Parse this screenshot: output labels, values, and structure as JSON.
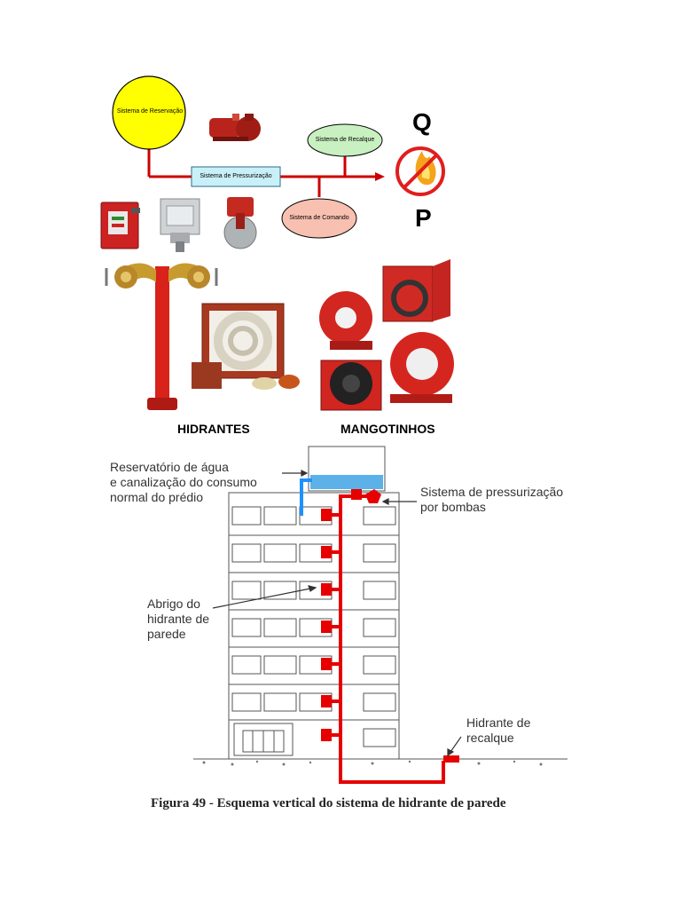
{
  "top_diagram": {
    "nodes": {
      "reservacao": "Sistema de Reservação",
      "pressurizacao": "Sistema de Pressurização",
      "recalque": "Sistema de Recalque",
      "comando": "Sistema de Comando"
    },
    "q_label": "Q",
    "p_label": "P",
    "hidrantes_label": "HIDRANTES",
    "mangotinhos_label": "MANGOTINHOS",
    "colors": {
      "reservacao_fill": "#ffff00",
      "pressurizacao_fill": "#c9f0f8",
      "recalque_fill": "#c8f0c0",
      "comando_fill": "#f8c0b0",
      "pipe": "#cc0000",
      "equipment_red": "#cc2222"
    },
    "icons": [
      "pump-icon",
      "alarm-box-icon",
      "pressure-switch-icon",
      "flow-valve-icon",
      "no-fire-icon",
      "hydrant-column-icon",
      "hose-cabinet-icon",
      "hose-reel-icon"
    ]
  },
  "building_diagram": {
    "reservatorio_label": [
      "Reservatório de água",
      "e canalização do consumo",
      "normal do prédio"
    ],
    "pressurizacao_label": [
      "Sistema de pressurização",
      "por bombas"
    ],
    "abrigo_label": [
      "Abrigo do",
      "hidrante de",
      "parede"
    ],
    "recalque_label": [
      "Hidrante de",
      "recalque"
    ],
    "colors": {
      "water_pipe": "#1e90ff",
      "fire_pipe": "#e60000",
      "outline": "#555555"
    }
  },
  "caption": "Figura 49 - Esquema vertical do sistema de hidrante de parede"
}
